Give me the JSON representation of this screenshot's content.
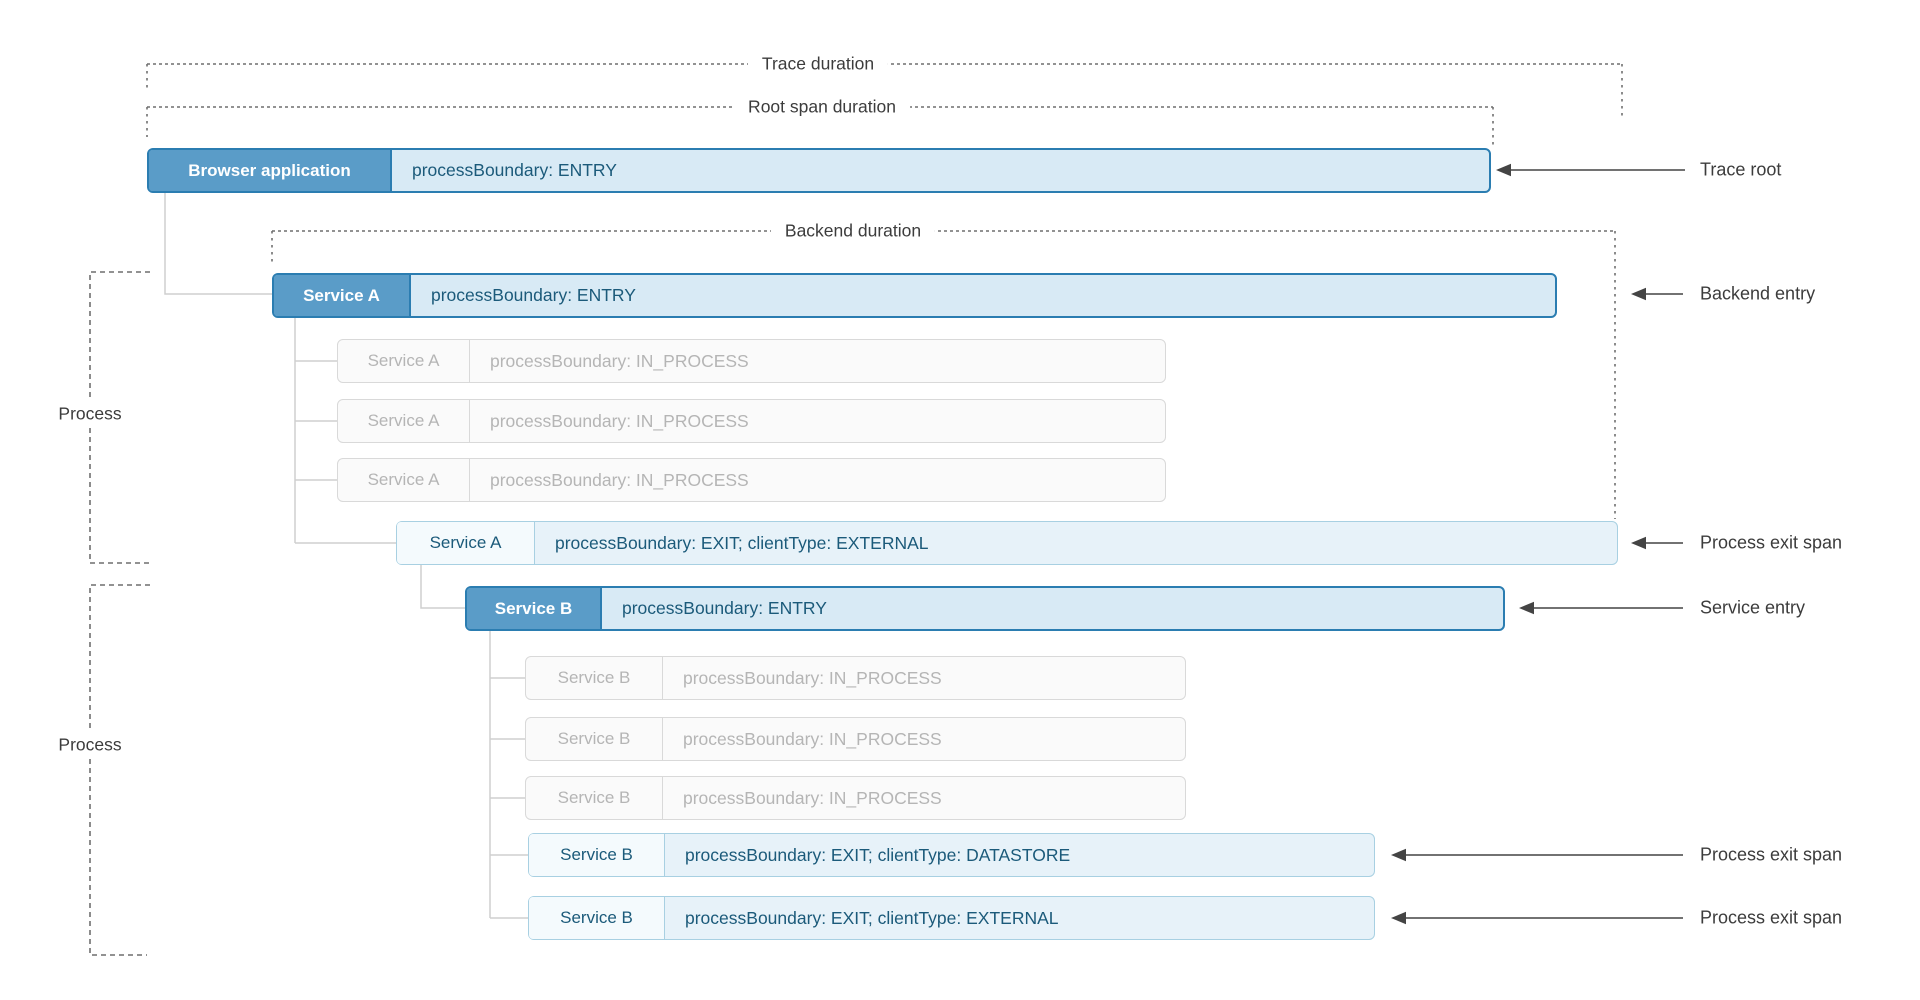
{
  "brackets": {
    "trace_duration": "Trace duration",
    "root_span_duration": "Root span duration",
    "backend_duration": "Backend duration"
  },
  "process_labels": {
    "top": "Process",
    "bottom": "Process"
  },
  "annotations": {
    "trace_root": "Trace root",
    "backend_entry": "Backend entry",
    "process_exit_span_a": "Process exit span",
    "service_entry": "Service entry",
    "process_exit_span_b1": "Process exit span",
    "process_exit_span_b2": "Process exit span"
  },
  "spans": {
    "browser": {
      "label": "Browser application",
      "text": "processBoundary: ENTRY",
      "kind": "entry"
    },
    "service_a_entry": {
      "label": "Service A",
      "text": "processBoundary: ENTRY",
      "kind": "entry"
    },
    "service_a_inproc_1": {
      "label": "Service A",
      "text": "processBoundary: IN_PROCESS",
      "kind": "in_process"
    },
    "service_a_inproc_2": {
      "label": "Service A",
      "text": "processBoundary: IN_PROCESS",
      "kind": "in_process"
    },
    "service_a_inproc_3": {
      "label": "Service A",
      "text": "processBoundary: IN_PROCESS",
      "kind": "in_process"
    },
    "service_a_exit": {
      "label": "Service A",
      "text": "processBoundary: EXIT; clientType: EXTERNAL",
      "kind": "exit"
    },
    "service_b_entry": {
      "label": "Service B",
      "text": "processBoundary: ENTRY",
      "kind": "entry"
    },
    "service_b_inproc_1": {
      "label": "Service B",
      "text": "processBoundary: IN_PROCESS",
      "kind": "in_process"
    },
    "service_b_inproc_2": {
      "label": "Service B",
      "text": "processBoundary: IN_PROCESS",
      "kind": "in_process"
    },
    "service_b_inproc_3": {
      "label": "Service B",
      "text": "processBoundary: IN_PROCESS",
      "kind": "in_process"
    },
    "service_b_exit_1": {
      "label": "Service B",
      "text": "processBoundary: EXIT; clientType: DATASTORE",
      "kind": "exit"
    },
    "service_b_exit_2": {
      "label": "Service B",
      "text": "processBoundary: EXIT; clientType: EXTERNAL",
      "kind": "exit"
    }
  },
  "colors": {
    "label-blue": "#5a9cc8",
    "border-blue": "#2b7db1",
    "content-blue": "#d8eaf5",
    "span-text": "#1b5a7a",
    "border-light-blue": "#a8d0e2",
    "label-exit-bg": "#f4fafd",
    "content-exit-bg": "#e7f2f9",
    "border-gray": "#d9d9d9",
    "bg-gray": "#fafafa",
    "text-gray": "#b5b5b5",
    "connector-gray": "#cfcfcf",
    "dash-gray": "#6f6f6f",
    "arrow-dark": "#444444",
    "label-text": "#3c3c3c"
  }
}
